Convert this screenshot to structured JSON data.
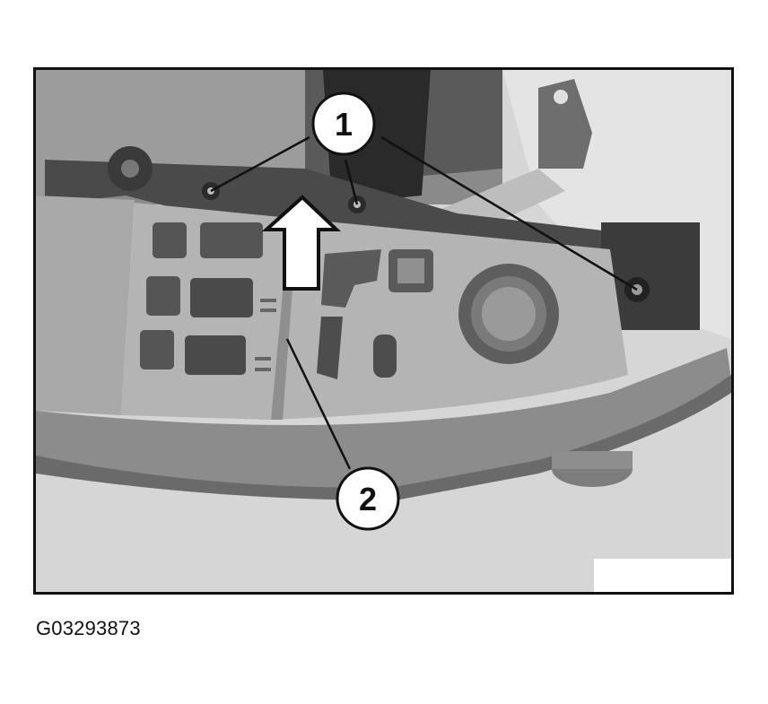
{
  "figure": {
    "callouts": [
      {
        "id": "1",
        "label": "1"
      },
      {
        "id": "2",
        "label": "2"
      }
    ],
    "image_code": "G03293873"
  },
  "colors": {
    "frame": "#111111",
    "photo_background": "#d9d9d9"
  }
}
